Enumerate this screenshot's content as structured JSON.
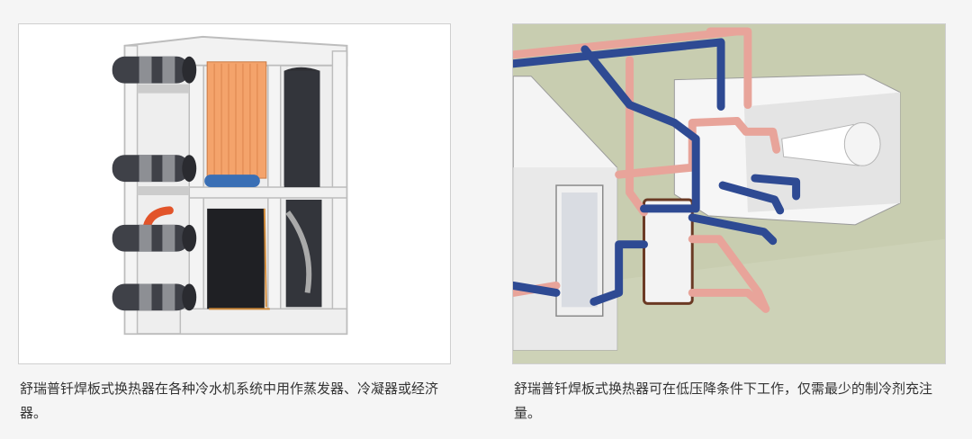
{
  "colors": {
    "page_bg": "#f5f5f5",
    "left_figure_bg": "#ffffff",
    "right_figure_bg": "#c8cdb0",
    "border": "#cfcfcf",
    "pipe_dark": "#3f4148",
    "copper": "#f4a36b",
    "refrigerant_pipe_pink": "#e8a49a",
    "water_pipe_blue": "#2e4a93",
    "caption_text": "#333333"
  },
  "figures": [
    {
      "illustration": "chiller-unit-with-heat-exchangers",
      "caption": "舒瑞普钎焊板式换热器在各种冷水机系统中用作蒸发器、冷凝器或经济器。"
    },
    {
      "illustration": "air-handling-duct-with-heat-exchanger-piping",
      "caption": "舒瑞普钎焊板式换热器可在低压降条件下工作，仅需最少的制冷剂充注量。"
    }
  ]
}
